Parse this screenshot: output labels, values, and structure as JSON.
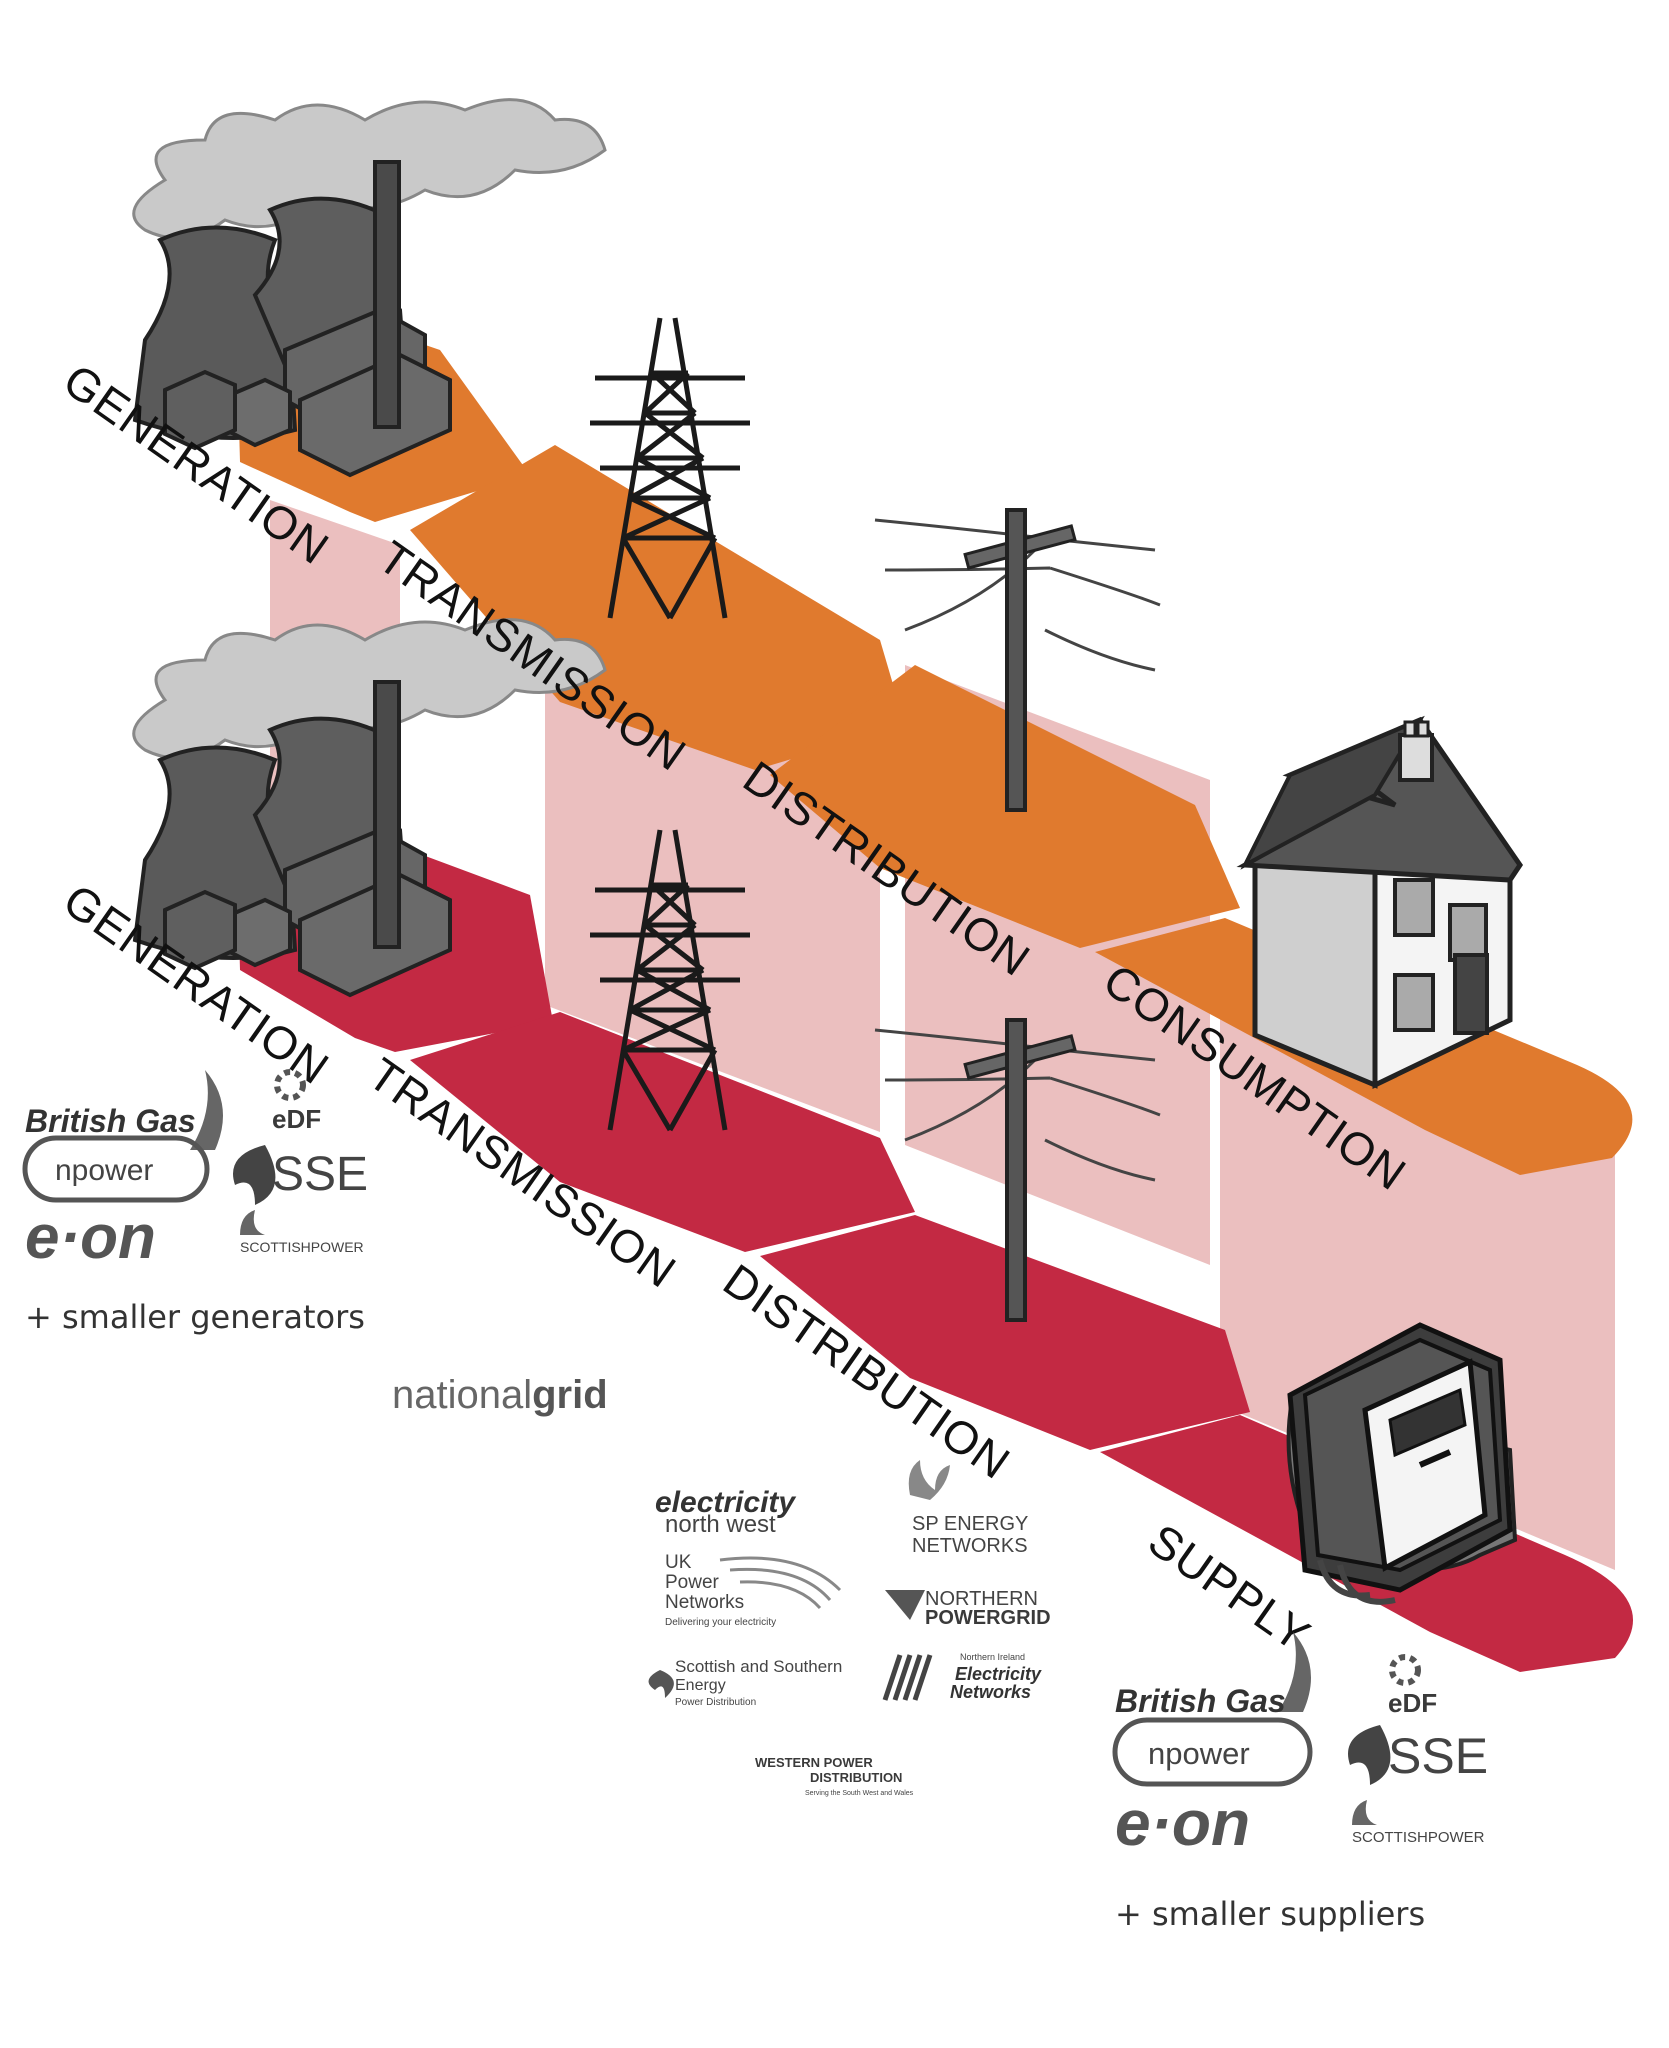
{
  "colors": {
    "upper_band": "#e07a2e",
    "lower_band": "#c32943",
    "connector": "#ebbfbf",
    "machinery": "#555555"
  },
  "upper_flow": {
    "generation": "GENERATION",
    "transmission": "TRANSMISSION",
    "distribution": "DISTRIBUTION",
    "consumption": "CONSUMPTION"
  },
  "lower_flow": {
    "generation": "GENERATION",
    "transmission": "TRANSMISSION",
    "distribution": "DISTRIBUTION",
    "supply": "SUPPLY"
  },
  "generator_logos": {
    "british_gas": "British Gas",
    "edf": "eDF",
    "npower": "npower",
    "sse": "SSE",
    "eon": "e·on",
    "scottishpower": "SCOTTISHPOWER",
    "caption": "+ smaller generators"
  },
  "transmission_operator": {
    "light": "national",
    "bold": "grid"
  },
  "distribution_operators": {
    "enw_top": "electricity",
    "enw_bottom": "north west",
    "sp_line1": "SP ENERGY",
    "sp_line2": "NETWORKS",
    "ukpn_line1": "UK",
    "ukpn_line2": "Power",
    "ukpn_line3": "Networks",
    "ukpn_tagline": "Delivering your electricity",
    "npg_line1": "NORTHERN",
    "npg_line2": "POWERGRID",
    "sse_line1": "Scottish and Southern",
    "sse_line2": "Energy",
    "sse_line3": "Power Distribution",
    "nie_line1": "Northern Ireland",
    "nie_line2": "Electricity",
    "nie_line3": "Networks",
    "wpd_line1": "WESTERN POWER",
    "wpd_line2": "DISTRIBUTION",
    "wpd_tagline": "Serving the South West and Wales"
  },
  "supplier_logos": {
    "british_gas": "British Gas",
    "edf": "eDF",
    "npower": "npower",
    "sse": "SSE",
    "eon": "e·on",
    "scottishpower": "SCOTTISHPOWER",
    "caption": "+ smaller suppliers"
  }
}
